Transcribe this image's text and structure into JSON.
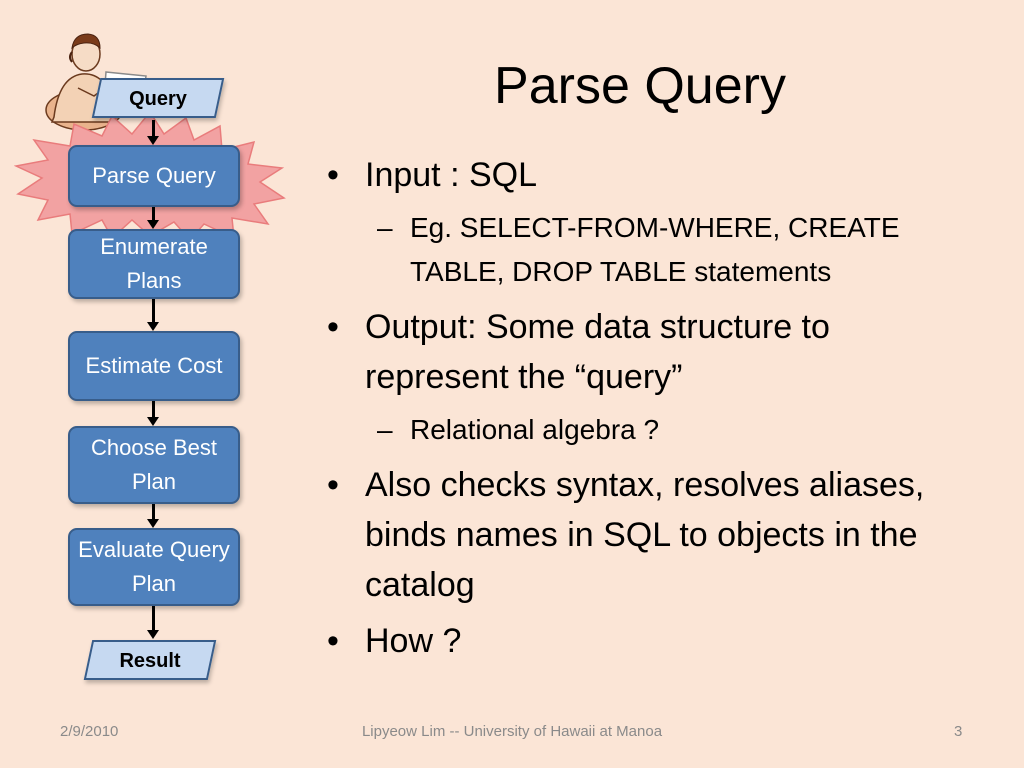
{
  "slide": {
    "title": "Parse Query",
    "flow": {
      "input": "Query",
      "steps": [
        "Parse Query",
        "Enumerate Plans",
        "Estimate Cost",
        "Choose Best Plan",
        "Evaluate Query Plan"
      ],
      "output": "Result"
    },
    "bullets": [
      {
        "text": "Input : SQL",
        "sub": [
          "Eg. SELECT-FROM-WHERE, CREATE TABLE, DROP TABLE statements"
        ]
      },
      {
        "text": "Output: Some data structure to represent the “query”",
        "sub": [
          "Relational algebra ?"
        ]
      },
      {
        "text": "Also checks syntax, resolves aliases, binds names in SQL to objects in the catalog",
        "sub": []
      },
      {
        "text": "How ?",
        "sub": []
      }
    ],
    "footer": {
      "date": "2/9/2010",
      "center": "Lipyeow Lim -- University of Hawaii at Manoa",
      "page": "3"
    },
    "colors": {
      "background": "#fbe5d6",
      "step_fill": "#4f81bd",
      "io_fill": "#c6d9f1",
      "highlight_burst": "#f2a2a2"
    }
  }
}
